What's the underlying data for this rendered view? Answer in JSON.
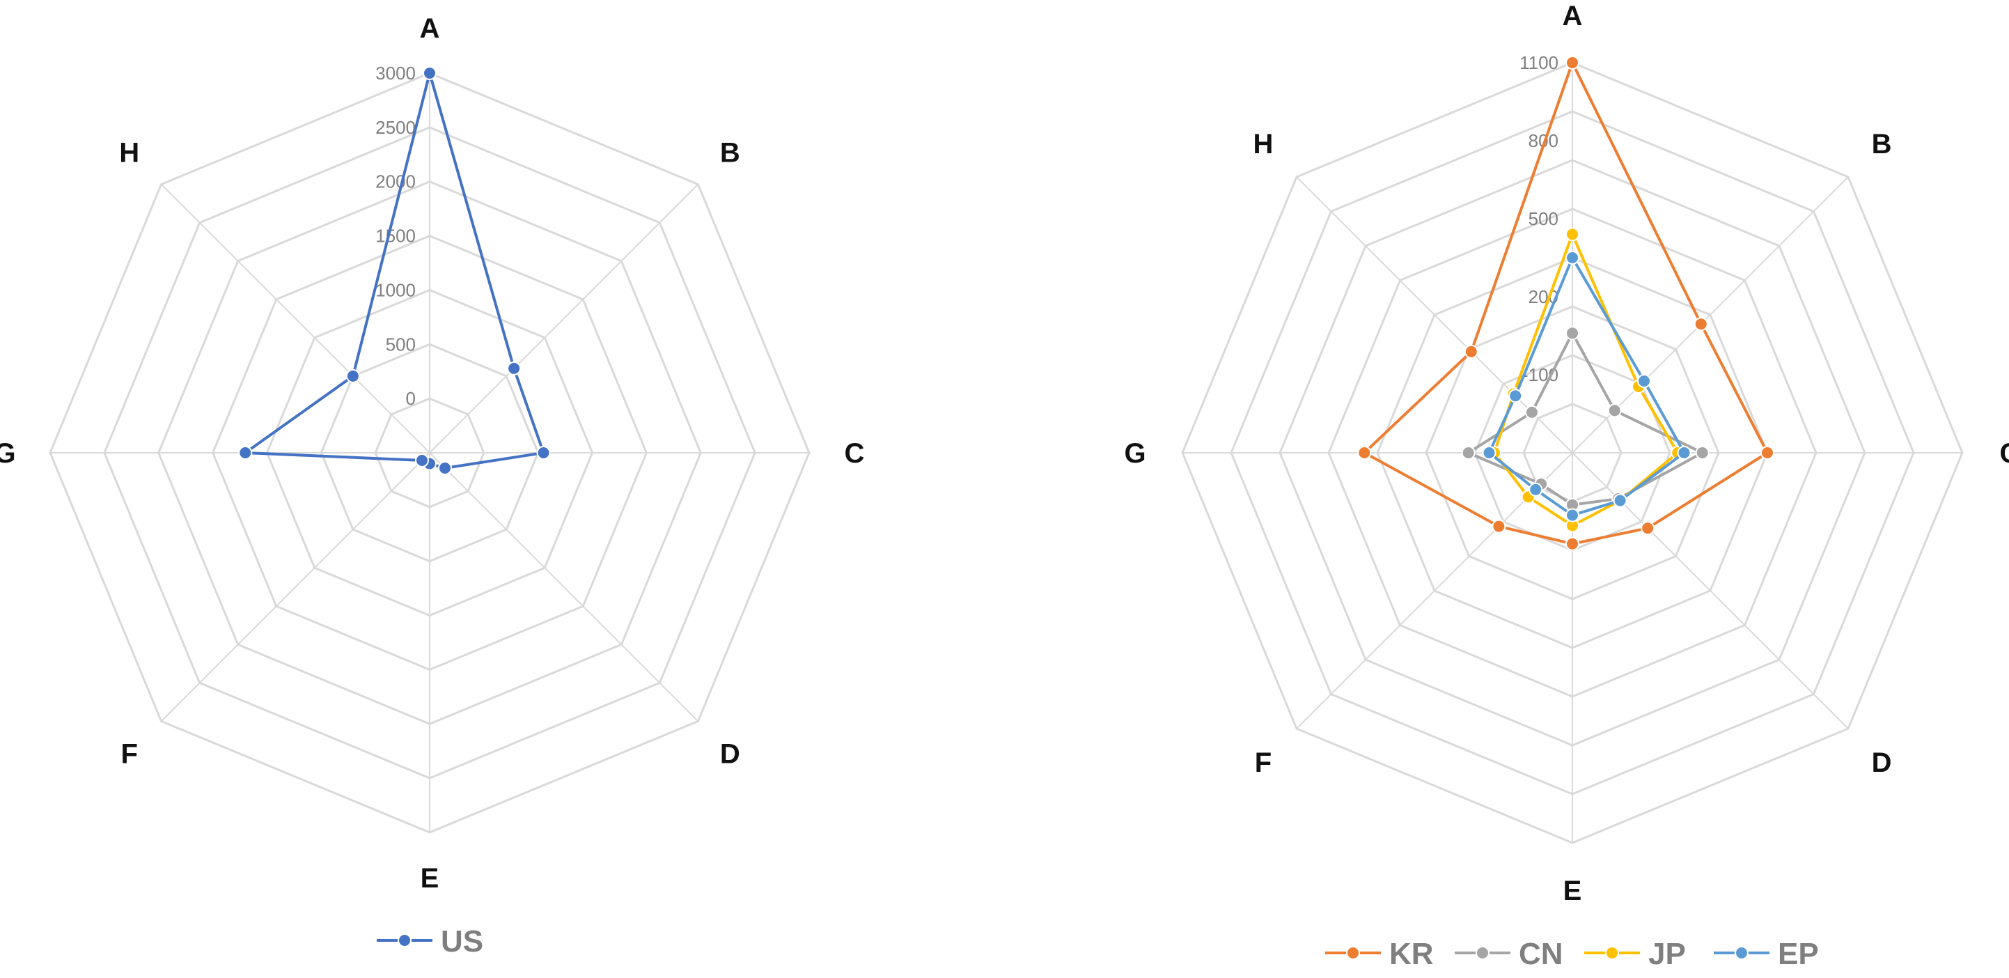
{
  "chart_data": [
    {
      "type": "radar",
      "categories": [
        "A",
        "B",
        "C",
        "D",
        "E",
        "F",
        "G",
        "H"
      ],
      "rlim": [
        -500,
        3000
      ],
      "ticks": [
        0,
        500,
        1000,
        1500,
        2000,
        2500,
        3000
      ],
      "tick_labels": [
        "0",
        "500",
        "1000",
        "1500",
        "2000",
        "2500",
        "3000"
      ],
      "legend_position": "bottom",
      "series": [
        {
          "name": "US",
          "color": "#4472c4",
          "values": [
            3000,
            600,
            550,
            -300,
            -400,
            -400,
            1200,
            500
          ]
        }
      ]
    },
    {
      "type": "radar",
      "categories": [
        "A",
        "B",
        "C",
        "D",
        "E",
        "F",
        "G",
        "H"
      ],
      "rlim": [
        -400,
        1100
      ],
      "ticks": [
        -100,
        200,
        500,
        800,
        1100
      ],
      "tick_labels": [
        "-100",
        "200",
        "500",
        "800",
        "1100"
      ],
      "legend_position": "bottom",
      "series": [
        {
          "name": "KR",
          "color": "#ed7d31",
          "values": [
            1100,
            300,
            350,
            10,
            -50,
            0,
            400,
            150
          ]
        },
        {
          "name": "CN",
          "color": "#a5a5a5",
          "values": [
            60,
            -170,
            100,
            -150,
            -200,
            -230,
            0,
            -180
          ]
        },
        {
          "name": "JP",
          "color": "#ffc000",
          "values": [
            440,
            -40,
            5,
            -140,
            -120,
            -160,
            -100,
            -80
          ]
        },
        {
          "name": "EP",
          "color": "#5b9bd5",
          "values": [
            350,
            -10,
            30,
            -140,
            -160,
            -200,
            -80,
            -90
          ]
        }
      ]
    }
  ]
}
